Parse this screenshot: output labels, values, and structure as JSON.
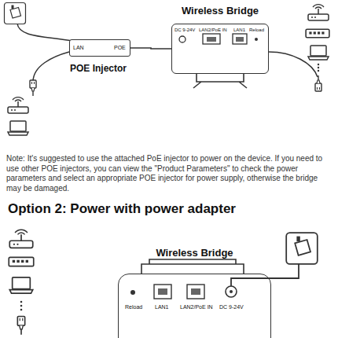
{
  "diagram": {
    "title": "Option 2: Power with power adapter",
    "nodes": [
      {
        "text": [
          "Wireless Bridge",
          "DC 9-24V",
          "LAN2/PoE IN",
          "LAN1",
          "Reload"
        ]
      },
      {
        "text": [
          "LAN",
          "POE",
          "POE Injector"
        ]
      },
      {
        "text": [
          "Wireless Bridge",
          "Reload",
          "LAN1",
          "LAN2/PoE IN",
          "DC 9-24V"
        ]
      }
    ],
    "edges": [
      {
        "from": 1,
        "to": 0,
        "arrow": "none"
      }
    ],
    "labels": [
      "Note: It's suggested to use the attached PoE injector to power on the device. If you need to use other POE injectors, you can view the \"Product Parameters\" to check the power parameters and select an appropriate POE injector for power supply, otherwise the bridge may be damaged."
    ]
  }
}
